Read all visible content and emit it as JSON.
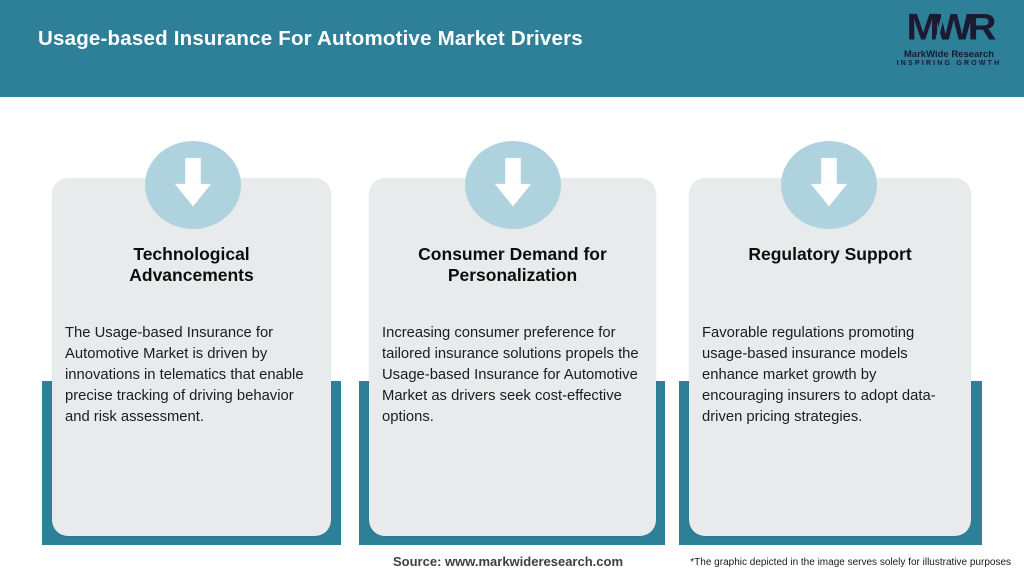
{
  "header": {
    "title": "Usage-based Insurance For Automotive Market Drivers",
    "logo": {
      "monogram": "MWR",
      "name": "MarkWide Research",
      "tagline": "INSPIRING GROWTH"
    }
  },
  "cards": [
    {
      "icon": "down-arrow-icon",
      "title": "Technological Advancements",
      "body": "The Usage-based Insurance for Automotive Market is driven by innovations in telematics that enable precise tracking of driving behavior and risk assessment."
    },
    {
      "icon": "down-arrow-icon",
      "title": "Consumer Demand for Personalization",
      "body": "Increasing consumer preference for tailored insurance solutions propels the Usage-based Insurance for Automotive Market as drivers seek cost-effective options."
    },
    {
      "icon": "down-arrow-icon",
      "title": "Regulatory Support",
      "body": "Favorable regulations promoting usage-based insurance models enhance market growth by encouraging insurers to adopt data-driven pricing strategies."
    }
  ],
  "footer": {
    "source": "Source: www.markwideresearch.com",
    "disclaimer": "*The graphic depicted in the image serves solely for illustrative purposes"
  },
  "colors": {
    "header_bg": "#2E7F98",
    "accent_bar": "#2E7F98",
    "card_bg": "#E8EBEC",
    "circle_fill": "#AFD2DF",
    "arrow_fill": "#FFFFFF",
    "logo_text": "#1A1A30",
    "title_text": "#FFFFFF",
    "body_text": "#1C1C1C"
  }
}
